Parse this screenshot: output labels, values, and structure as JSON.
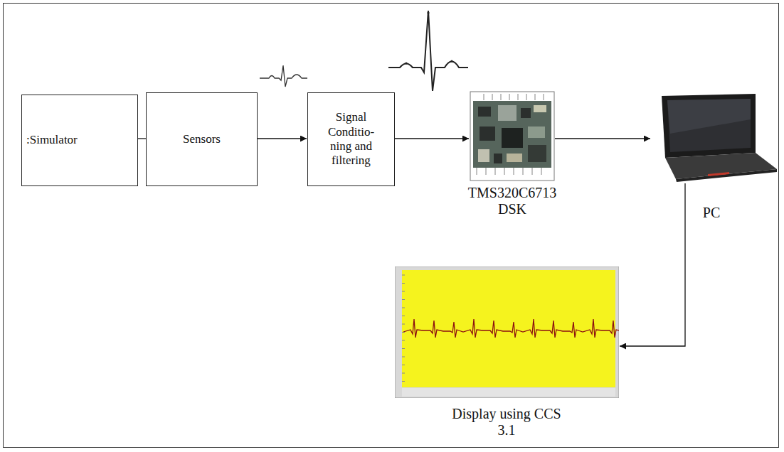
{
  "diagram": {
    "nodes": [
      {
        "text": [
          ":Simulator"
        ]
      },
      {
        "text": [
          "Sensors"
        ]
      },
      {
        "text": [
          "Signal Conditio- ning and filtering"
        ]
      },
      {
        "text": [
          "TMS320C6713 DSK"
        ]
      },
      {
        "text": [
          "PC"
        ]
      },
      {
        "text": [
          "Display using CCS 3.1"
        ]
      }
    ],
    "edges": [
      {
        "from": 0,
        "to": 1,
        "arrow": "none"
      },
      {
        "from": 1,
        "to": 2,
        "arrow": "to"
      },
      {
        "from": 2,
        "to": 3,
        "arrow": "to"
      },
      {
        "from": 3,
        "to": 4,
        "arrow": "to"
      },
      {
        "from": 4,
        "to": 5,
        "arrow": "to"
      }
    ]
  }
}
